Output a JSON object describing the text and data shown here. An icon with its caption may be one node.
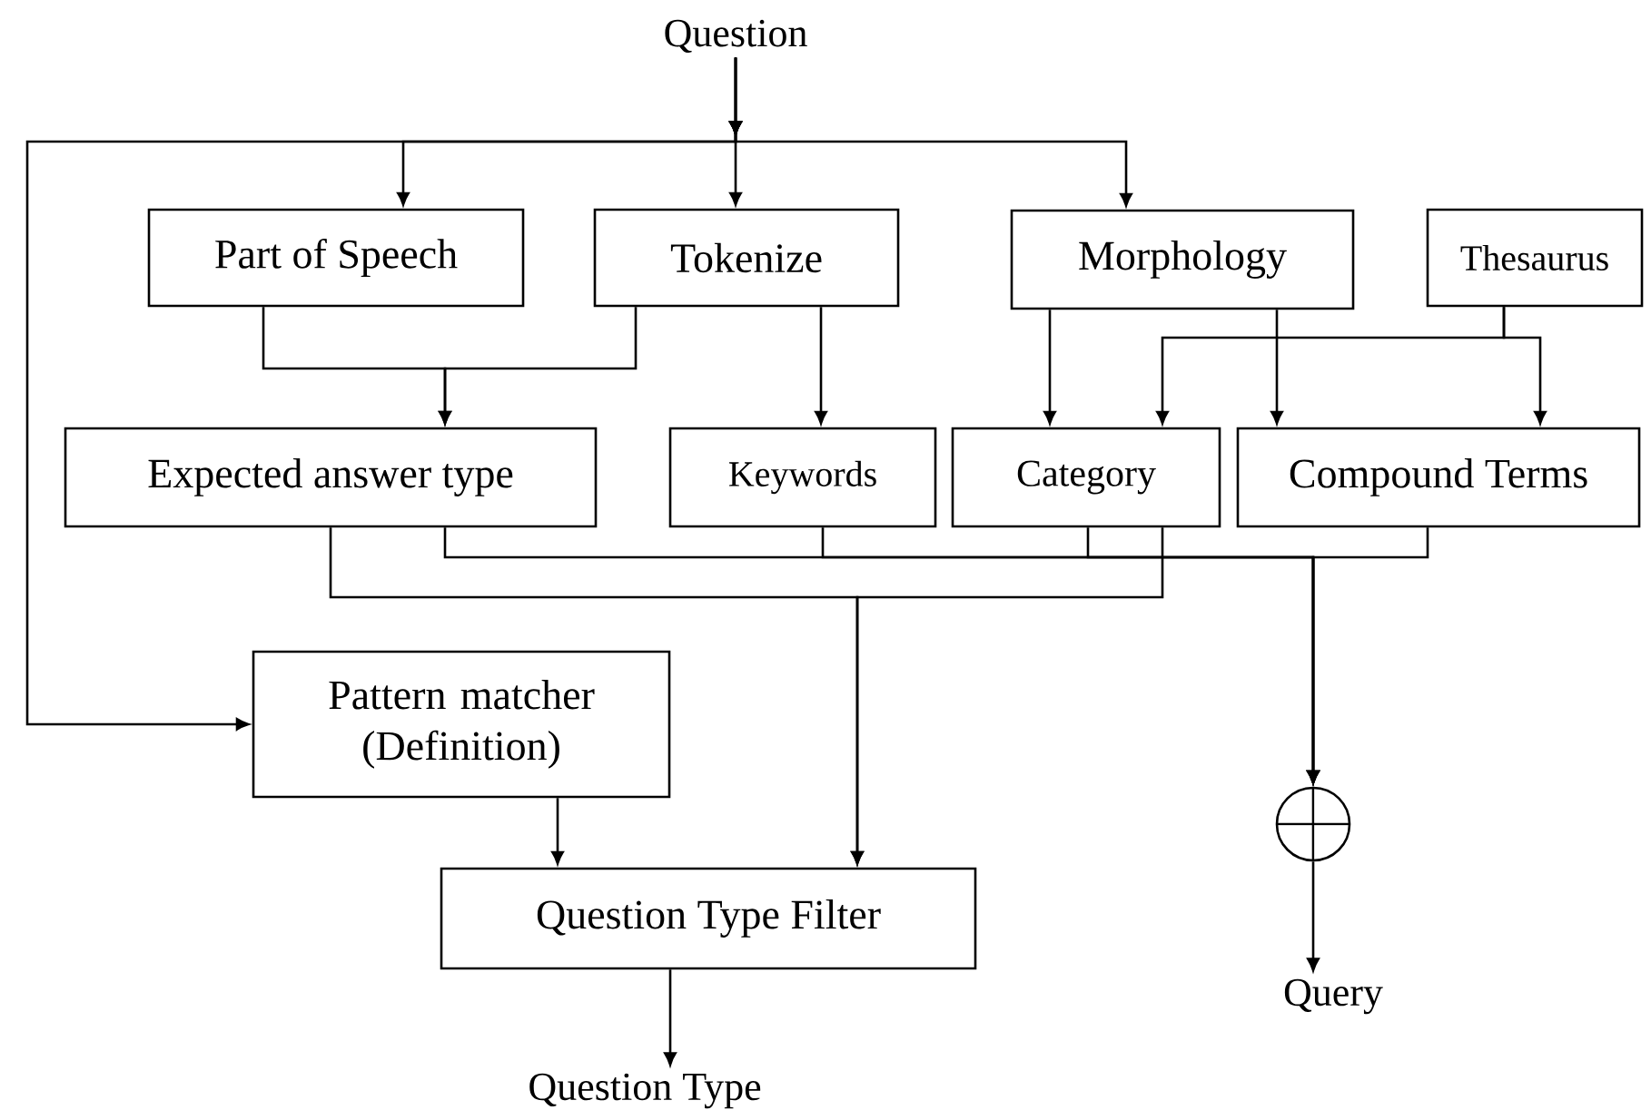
{
  "diagram": {
    "nodes": [
      {
        "text": [
          "Question"
        ]
      },
      {
        "text": [
          "Part of Speech"
        ]
      },
      {
        "text": [
          "Tokenize"
        ]
      },
      {
        "text": [
          "Morphology"
        ]
      },
      {
        "text": [
          "Thesaurus"
        ]
      },
      {
        "text": [
          "Expected answer type"
        ]
      },
      {
        "text": [
          "Keywords"
        ]
      },
      {
        "text": [
          "Category"
        ]
      },
      {
        "text": [
          "Compound Terms"
        ]
      },
      {
        "text": [
          "Pattern matcher (Definition)"
        ]
      },
      {
        "text": [
          "Question Type Filter"
        ]
      },
      {
        "text": [
          "Question Type"
        ]
      },
      {
        "text": [],
        "shape": "circle"
      },
      {
        "text": [
          "Query"
        ]
      }
    ],
    "edges": [
      {
        "from": 0,
        "to": 1,
        "arrow": "to"
      },
      {
        "from": 0,
        "to": 2,
        "arrow": "to"
      },
      {
        "from": 0,
        "to": 3,
        "arrow": "to"
      },
      {
        "from": 0,
        "to": 9,
        "arrow": "to"
      },
      {
        "from": 1,
        "to": 5,
        "arrow": "to"
      },
      {
        "from": 2,
        "to": 5,
        "arrow": "to"
      },
      {
        "from": 2,
        "to": 6,
        "arrow": "to"
      },
      {
        "from": 3,
        "to": 7,
        "arrow": "to"
      },
      {
        "from": 3,
        "to": 8,
        "arrow": "to"
      },
      {
        "from": 4,
        "to": 7,
        "arrow": "to"
      },
      {
        "from": 4,
        "to": 8,
        "arrow": "to"
      },
      {
        "from": 5,
        "to": 12,
        "arrow": "to"
      },
      {
        "from": 6,
        "to": 12,
        "arrow": "to"
      },
      {
        "from": 7,
        "to": 12,
        "arrow": "to"
      },
      {
        "from": 8,
        "to": 12,
        "arrow": "to"
      },
      {
        "from": 5,
        "to": 10,
        "arrow": "to"
      },
      {
        "from": 7,
        "to": 10,
        "arrow": "to"
      },
      {
        "from": 9,
        "to": 10,
        "arrow": "to"
      },
      {
        "from": 10,
        "to": 11,
        "arrow": "to"
      },
      {
        "from": 12,
        "to": 13,
        "arrow": "to"
      }
    ]
  }
}
